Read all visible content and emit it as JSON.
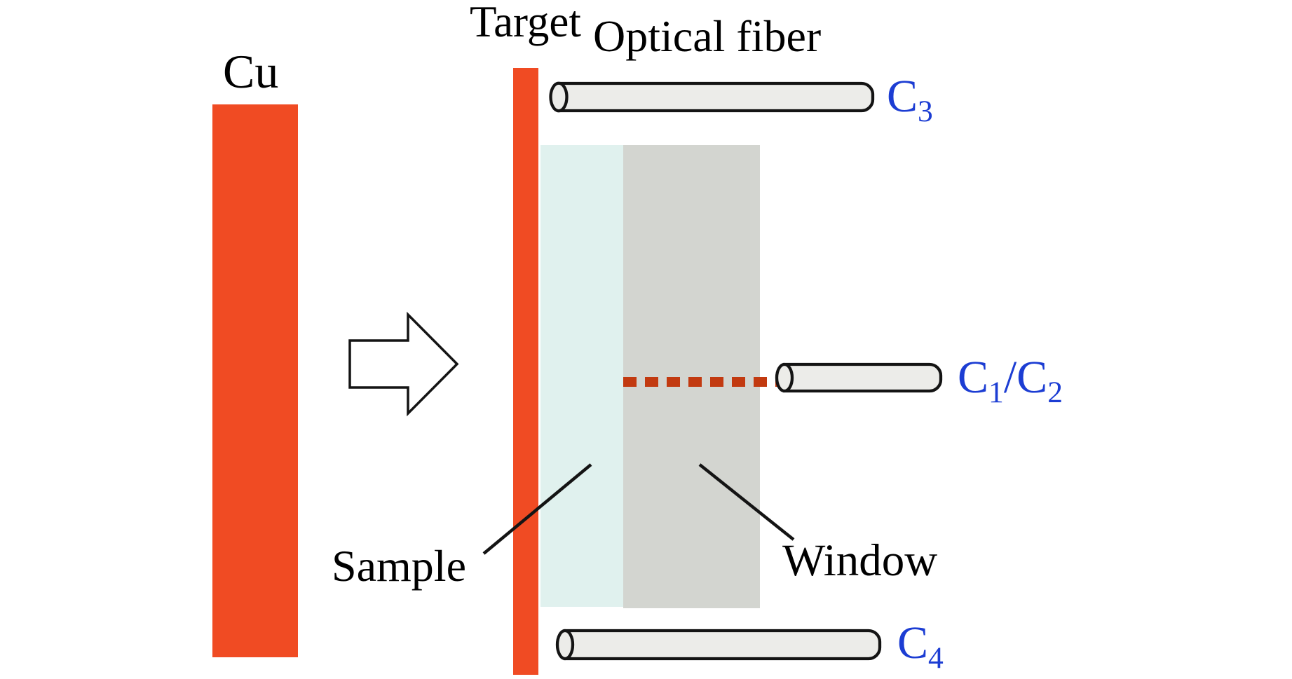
{
  "labels": {
    "cu": "Cu",
    "target": "Target",
    "optical_fiber": "Optical fiber",
    "sample": "Sample",
    "window": "Window"
  },
  "fiber_labels": {
    "c3": {
      "symbol": "C",
      "subscript": "3"
    },
    "c1c2": {
      "first_symbol": "C",
      "first_subscript": "1",
      "separator": "/",
      "second_symbol": "C",
      "second_subscript": "2"
    },
    "c4": {
      "symbol": "C",
      "subscript": "4"
    }
  },
  "colors": {
    "copper_target_orange": "#F04B23",
    "sample_fill": "#E0F1EE",
    "window_fill": "#D3D5D0",
    "fiber_fill": "#ECECE9",
    "outline_black": "#141414",
    "beam_dash_red": "#C23A10",
    "label_blue": "#1C3DD3",
    "background": "#FFFFFF"
  }
}
